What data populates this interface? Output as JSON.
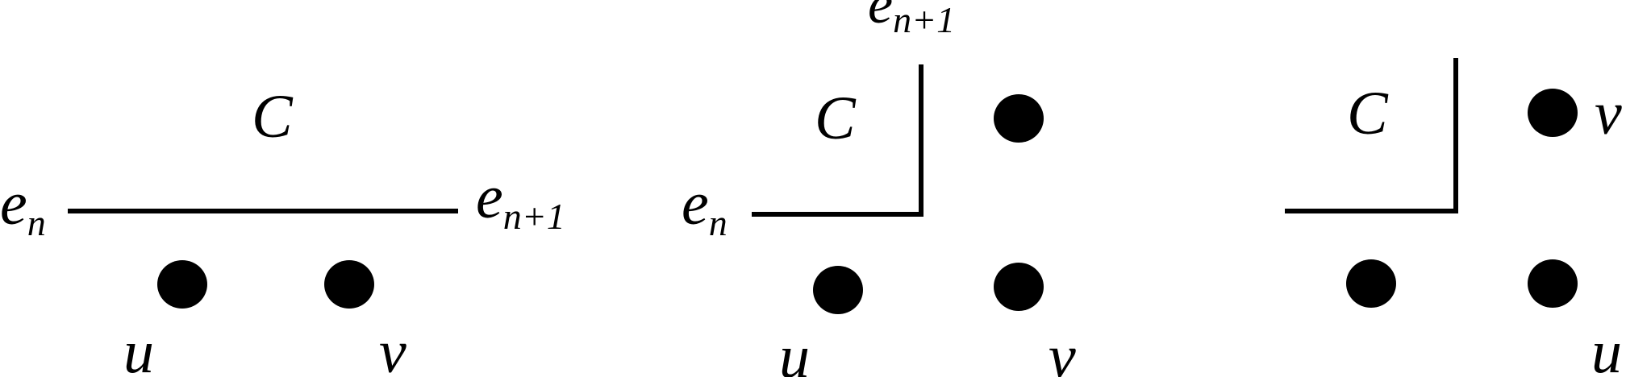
{
  "panels": [
    {
      "region_label": "C",
      "left_edge": {
        "base": "e",
        "sub": "n"
      },
      "right_edge": {
        "base": "e",
        "sub": "n+1"
      },
      "vertex_u": "u",
      "vertex_v": "v"
    },
    {
      "region_label": "C",
      "left_edge": {
        "base": "e",
        "sub": "n"
      },
      "top_edge": {
        "base": "e",
        "sub": "n+1"
      },
      "vertex_u": "u",
      "vertex_v": "v"
    },
    {
      "region_label": "C",
      "vertex_v": "v",
      "vertex_u": "u"
    }
  ],
  "colors": {
    "ink": "#000000",
    "background": "#ffffff"
  }
}
